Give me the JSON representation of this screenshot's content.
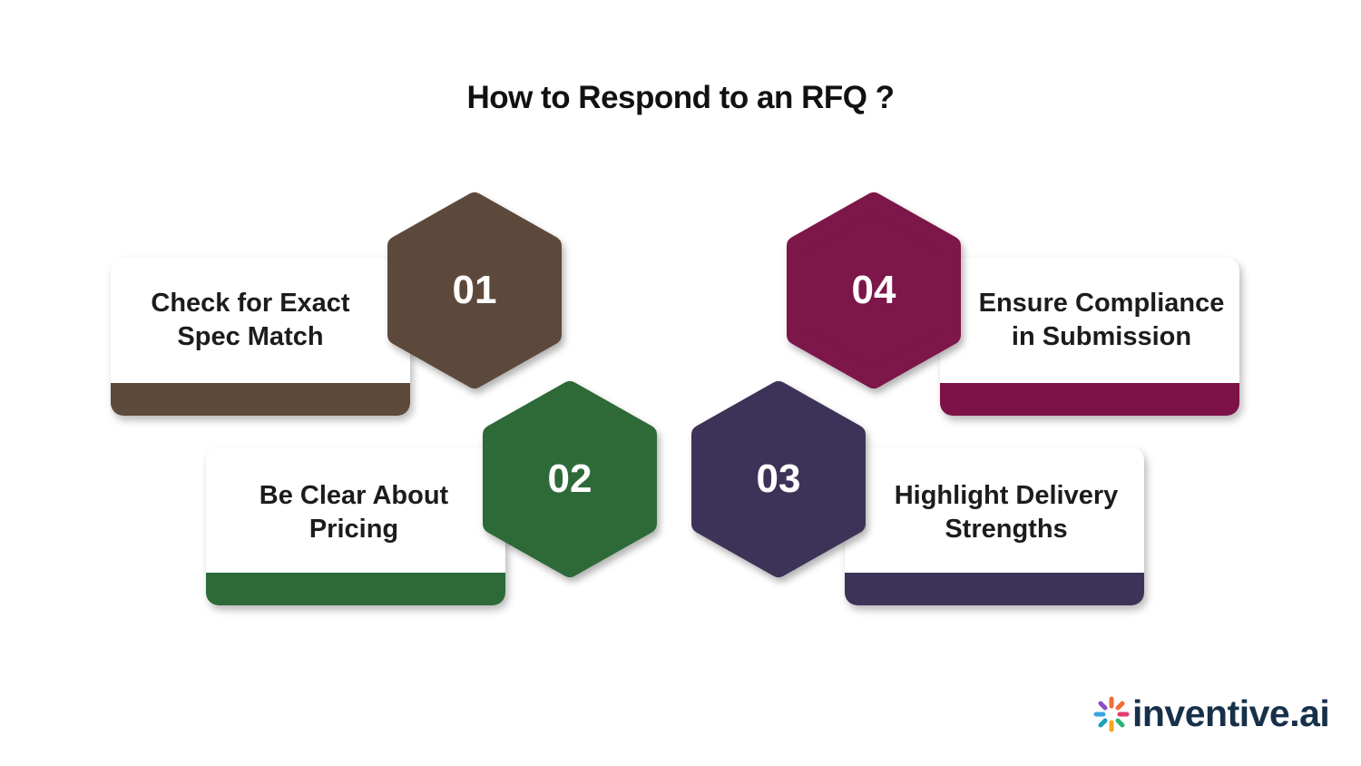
{
  "title": "How to Respond to an RFQ ?",
  "steps": [
    {
      "number": "01",
      "line1": "Check for Exact",
      "line2": "Spec Match",
      "color": "#5d4a3a"
    },
    {
      "number": "02",
      "line1": "Be Clear About",
      "line2": "Pricing",
      "color": "#2e6a37"
    },
    {
      "number": "03",
      "line1": "Highlight Delivery",
      "line2": "Strengths",
      "color": "#3d3359"
    },
    {
      "number": "04",
      "line1": "Ensure Compliance",
      "line2": "in Submission",
      "color": "#7d1248"
    }
  ],
  "brand": {
    "name": "inventive.ai",
    "text_color": "#17304a"
  }
}
